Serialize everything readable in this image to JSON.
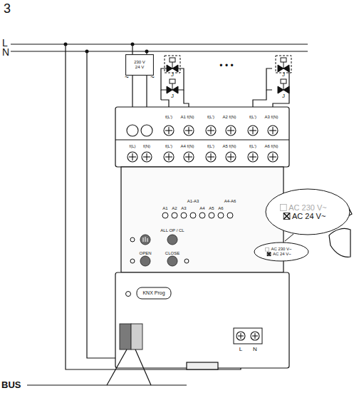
{
  "diagram": {
    "nodes": [
      {
        "text": [
          "230 V",
          "24 V"
        ]
      },
      {
        "text": [
          "AC 230 V~",
          "AC 24 V~"
        ]
      },
      {
        "text": [
          "AC 230 V~",
          "AC 24 V~"
        ]
      }
    ],
    "labels": [
      "3",
      "L",
      "N",
      "~",
      "~",
      "f(L')",
      "A1 f(N)",
      "f(L')",
      "A2 f(N)",
      "f(L')",
      "A3 f(N)",
      "f(L)",
      "f(N)",
      "f(L')",
      "A4 f(N)",
      "f(L')",
      "A5 f(N)",
      "f(L')",
      "A6 f(N)",
      "• • •",
      "J",
      "J",
      "J",
      "J",
      "A1",
      "A2",
      "A3",
      "A1-A3",
      "A4",
      "A5",
      "A6",
      "A4-A6",
      "ALL OP / CL",
      "OPEN",
      "CLOSE",
      "KNX Prog",
      "L",
      "N",
      "BUS"
    ]
  }
}
